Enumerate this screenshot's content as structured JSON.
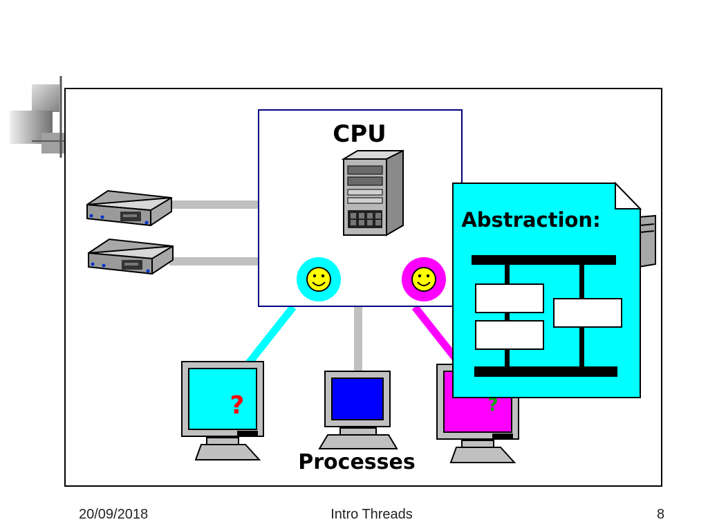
{
  "diagram": {
    "cpu_label": "CPU",
    "processes_label": "Processes",
    "abstraction_label": "Abstraction:",
    "question_mark_1": "?",
    "question_mark_2": "?"
  },
  "footer": {
    "date": "20/09/2018",
    "title": "Intro Threads",
    "page": "8"
  },
  "colors": {
    "cyan": "#00ffff",
    "magenta": "#ff00ff",
    "blue_screen": "#0000ff",
    "gray_link": "#c0c0c0",
    "border_blue": "#000080"
  },
  "icons": [
    "server-icon",
    "disk-drive-icon",
    "smiley-icon",
    "monitor-icon"
  ]
}
